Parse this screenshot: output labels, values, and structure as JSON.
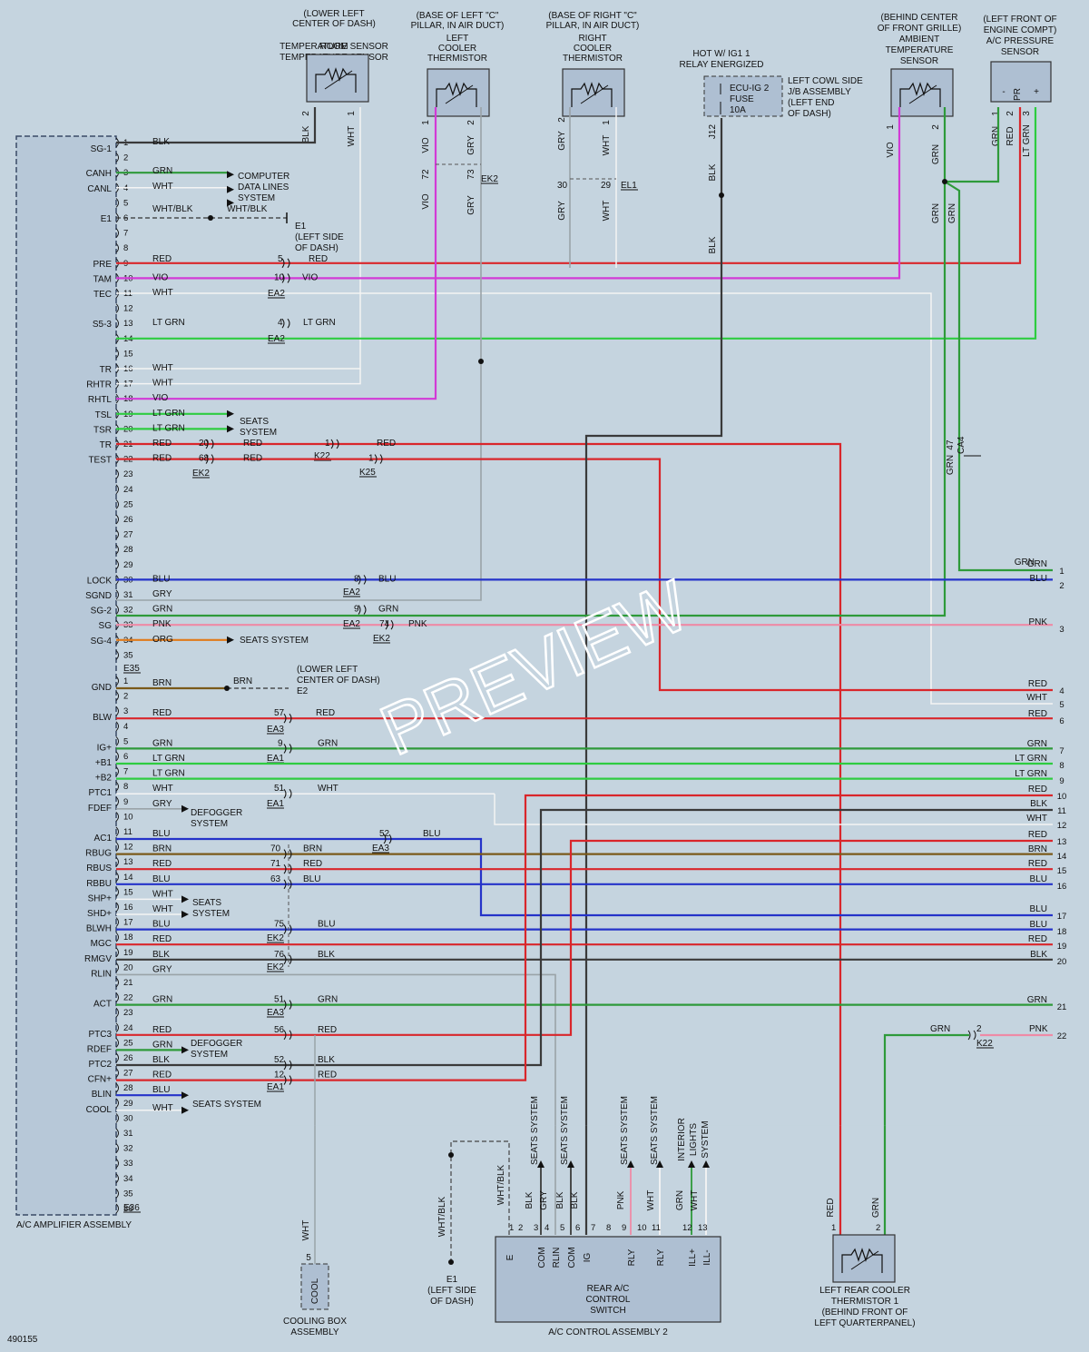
{
  "diagram_id": "490155",
  "watermark": "PREVIEW",
  "amp": {
    "name": "A/C AMPLIFIER ASSEMBLY",
    "conn1": "E35",
    "conn2": "E36",
    "sigs1": [
      {
        "pin": 1,
        "sig": "SG-1"
      },
      {
        "pin": 3,
        "sig": "CANH"
      },
      {
        "pin": 4,
        "sig": "CANL"
      },
      {
        "pin": 6,
        "sig": "E1"
      },
      {
        "pin": 9,
        "sig": "PRE"
      },
      {
        "pin": 10,
        "sig": "TAM"
      },
      {
        "pin": 11,
        "sig": "TEC"
      },
      {
        "pin": 13,
        "sig": "S5-3"
      },
      {
        "pin": 16,
        "sig": "TR"
      },
      {
        "pin": 17,
        "sig": "RHTR"
      },
      {
        "pin": 18,
        "sig": "RHTL"
      },
      {
        "pin": 19,
        "sig": "TSL"
      },
      {
        "pin": 20,
        "sig": "TSR"
      },
      {
        "pin": 21,
        "sig": "TR"
      },
      {
        "pin": 22,
        "sig": "TEST"
      },
      {
        "pin": 30,
        "sig": "LOCK"
      },
      {
        "pin": 31,
        "sig": "SGND"
      },
      {
        "pin": 32,
        "sig": "SG-2"
      },
      {
        "pin": 33,
        "sig": "SG"
      },
      {
        "pin": 34,
        "sig": "SG-4"
      }
    ],
    "sigs2": [
      {
        "pin": 1,
        "sig": "GND"
      },
      {
        "pin": 3,
        "sig": "BLW"
      },
      {
        "pin": 5,
        "sig": "IG+"
      },
      {
        "pin": 6,
        "sig": "+B1"
      },
      {
        "pin": 7,
        "sig": "+B2"
      },
      {
        "pin": 8,
        "sig": "PTC1"
      },
      {
        "pin": 9,
        "sig": "FDEF"
      },
      {
        "pin": 11,
        "sig": "AC1"
      },
      {
        "pin": 12,
        "sig": "RBUG"
      },
      {
        "pin": 13,
        "sig": "RBUS"
      },
      {
        "pin": 14,
        "sig": "RBBU"
      },
      {
        "pin": 15,
        "sig": "SHP+"
      },
      {
        "pin": 16,
        "sig": "SHD+"
      },
      {
        "pin": 17,
        "sig": "BLWH"
      },
      {
        "pin": 18,
        "sig": "MGC"
      },
      {
        "pin": 19,
        "sig": "RMGV"
      },
      {
        "pin": 20,
        "sig": "RLIN"
      },
      {
        "pin": 22,
        "sig": "ACT"
      },
      {
        "pin": 24,
        "sig": "PTC3"
      },
      {
        "pin": 25,
        "sig": "RDEF"
      },
      {
        "pin": 26,
        "sig": "PTC2"
      },
      {
        "pin": 27,
        "sig": "CFN+"
      },
      {
        "pin": 28,
        "sig": "BLIN"
      },
      {
        "pin": 29,
        "sig": "COOL"
      }
    ]
  },
  "components": {
    "room_sensor": {
      "loc": [
        "(LOWER LEFT",
        "CENTER OF DASH)"
      ],
      "name": [
        "ROOM",
        "TEMPERATURE SENSOR"
      ]
    },
    "left_thermistor": {
      "loc": [
        "(BASE OF LEFT \"C\"",
        "PILLAR, IN AIR DUCT)"
      ],
      "name": [
        "LEFT",
        "COOLER",
        "THERMISTOR"
      ]
    },
    "right_thermistor": {
      "loc": [
        "(BASE OF RIGHT \"C\"",
        "PILLAR, IN AIR DUCT)"
      ],
      "name": [
        "RIGHT",
        "COOLER",
        "THERMISTOR"
      ]
    },
    "relay": {
      "loc": [
        "HOT W/ IG1 1",
        "RELAY ENERGIZED"
      ],
      "fuse": [
        "ECU-IG 2",
        "FUSE",
        "10A"
      ],
      "jb": [
        "LEFT COWL SIDE",
        "J/B ASSEMBLY",
        "(LEFT END",
        "OF DASH)"
      ]
    },
    "ambient": {
      "loc": [
        "(BEHIND CENTER",
        "OF FRONT GRILLE)"
      ],
      "name": [
        "AMBIENT",
        "TEMPERATURE",
        "SENSOR"
      ]
    },
    "pressure": {
      "loc": [
        "(LEFT FRONT OF",
        "ENGINE COMPT)"
      ],
      "name": [
        "A/C PRESSURE",
        "SENSOR"
      ],
      "pins": [
        "-",
        "PR",
        "+"
      ]
    },
    "cooling_box": {
      "name": [
        "COOLING BOX",
        "ASSEMBLY"
      ],
      "pin": "COOL"
    },
    "ground_e1": {
      "name": [
        "E1",
        "(LEFT SIDE",
        "OF DASH)"
      ]
    },
    "control": {
      "name": [
        "REAR A/C",
        "CONTROL",
        "SWITCH"
      ],
      "assembly": "A/C CONTROL ASSEMBLY 2",
      "pins": [
        "E",
        "COM",
        "RLIN",
        "COM",
        "IG",
        "RLY",
        "RLY",
        "ILL+",
        "ILL-"
      ]
    },
    "rear_thermistor": {
      "name": [
        "LEFT REAR COOLER",
        "THERMISTOR 1",
        "(BEHIND FRONT OF",
        "LEFT QUARTERPANEL)"
      ]
    }
  },
  "notes": {
    "data_lines": [
      "COMPUTER",
      "DATA LINES",
      "SYSTEM"
    ],
    "e1_ground": [
      "E1",
      "(LEFT SIDE",
      "OF DASH)"
    ],
    "seats_1": [
      "SEATS",
      "SYSTEM"
    ],
    "seats_2": "SEATS SYSTEM",
    "e2_ground": [
      "(LOWER LEFT",
      "CENTER OF DASH)",
      "E2"
    ],
    "defogger_1": [
      "DEFOGGER",
      "SYSTEM"
    ],
    "seats_3": [
      "SEATS",
      "SYSTEM"
    ],
    "defogger_2": [
      "DEFOGGER",
      "SYSTEM"
    ],
    "seats_4": "SEATS SYSTEM",
    "vertical_bottom": [
      "SEATS SYSTEM",
      "SEATS SYSTEM",
      "SEATS SYSTEM",
      "SEATS SYSTEM",
      "INTERIOR",
      "LIGHTS",
      "SYSTEM"
    ]
  },
  "connectors": [
    "EA2",
    "EA2",
    "EA2",
    "EK2",
    "EK2",
    "EL1",
    "K22",
    "K25",
    "EA2",
    "EA2",
    "EK2",
    "EA3",
    "EA1",
    "EA1",
    "EA3",
    "EK2",
    "EK2",
    "EA3",
    "EA1",
    "CA4",
    "K22",
    "J12"
  ],
  "wire_colors": {
    "BLK": "#3a3a3a",
    "WHT": "#f4f4f4",
    "GRN": "#2e9a3a",
    "LTGRN": "#2ecc40",
    "RED": "#d9262b",
    "VIO": "#d23ad6",
    "GRY": "#9aa3a8",
    "BLU": "#2533c9",
    "PNK": "#ee8aa6",
    "ORG": "#e07a1a",
    "BRN": "#7a5a1a"
  },
  "right_terminals": [
    "1",
    "2",
    "3",
    "4",
    "5",
    "6",
    "7",
    "8",
    "9",
    "10",
    "11",
    "12",
    "13",
    "14",
    "15",
    "16",
    "17",
    "18",
    "19",
    "20",
    "21",
    "22"
  ]
}
